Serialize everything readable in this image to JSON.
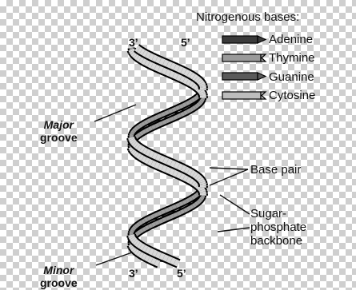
{
  "legend": {
    "title": "Nitrogenous bases:",
    "items": [
      {
        "label": "Adenine",
        "color": "#3a3a3a"
      },
      {
        "label": "Thymine",
        "color": "#9a9a9a"
      },
      {
        "label": "Guanine",
        "color": "#5a5a5a"
      },
      {
        "label": "Cytosine",
        "color": "#bdbdbd"
      }
    ]
  },
  "ends": {
    "top_left": "3’",
    "top_right": "5’",
    "bottom_left": "3’",
    "bottom_right": "5’"
  },
  "labels": {
    "major_groove_line1": "Major",
    "major_groove_line2": "groove",
    "minor_groove_line1": "Minor",
    "minor_groove_line2": "groove",
    "base_pair": "Base pair",
    "backbone_line1": "Sugar-",
    "backbone_line2": "phosphate",
    "backbone_line3": "backbone"
  }
}
